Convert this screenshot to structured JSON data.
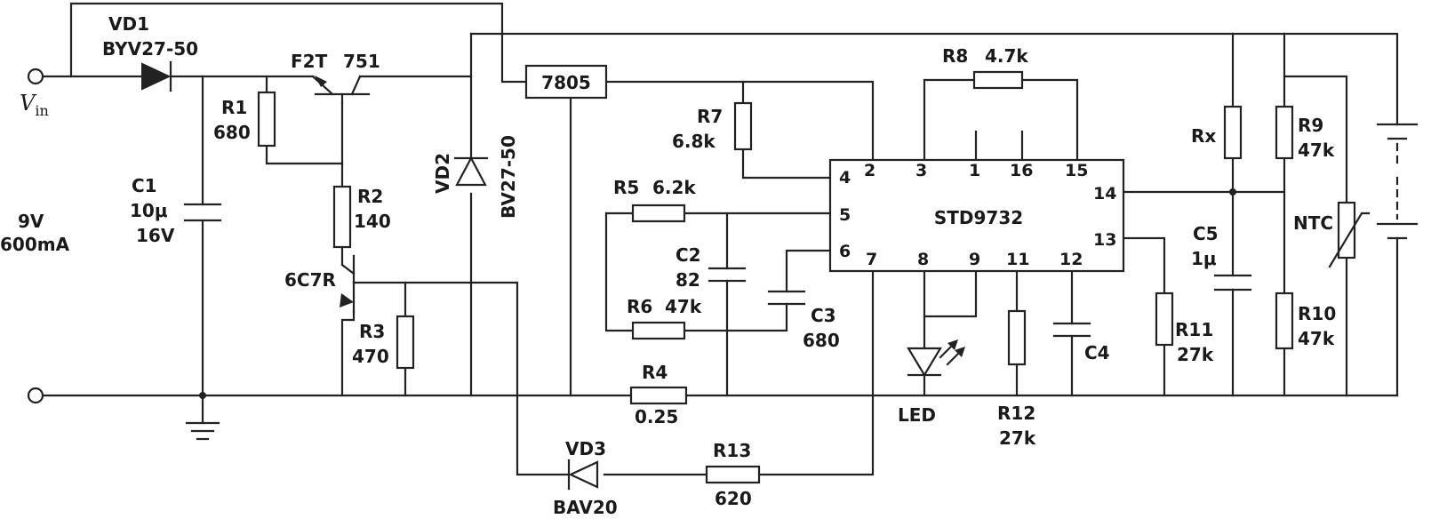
{
  "input": {
    "v": "V",
    "v_sub": "in",
    "rating_v": "9V",
    "rating_i": "600mA"
  },
  "ic": {
    "name": "STD9732",
    "pins": {
      "p1": "1",
      "p2": "2",
      "p3": "3",
      "p4": "4",
      "p5": "5",
      "p6": "6",
      "p7": "7",
      "p8": "8",
      "p9": "9",
      "p11": "11",
      "p12": "12",
      "p13": "13",
      "p14": "14",
      "p15": "15",
      "p16": "16"
    }
  },
  "regulator": {
    "name": "7805"
  },
  "components": {
    "vd1": {
      "name": "VD1",
      "value": "BYV27-50"
    },
    "vd2": {
      "name": "VD2",
      "value": "BV27-50"
    },
    "vd3": {
      "name": "VD3",
      "value": "BAV20"
    },
    "q1": {
      "name": "F2T",
      "value": "751"
    },
    "q2": {
      "name": "6C7R"
    },
    "r1": {
      "name": "R1",
      "value": "680"
    },
    "r2": {
      "name": "R2",
      "value": "140"
    },
    "r3": {
      "name": "R3",
      "value": "470"
    },
    "r4": {
      "name": "R4",
      "value": "0.25"
    },
    "r5": {
      "name": "R5",
      "value": "6.2k"
    },
    "r6": {
      "name": "R6",
      "value": "47k"
    },
    "r7": {
      "name": "R7",
      "value": "6.8k"
    },
    "r8": {
      "name": "R8",
      "value": "4.7k"
    },
    "r9": {
      "name": "R9",
      "value": "47k"
    },
    "r10": {
      "name": "R10",
      "value": "47k"
    },
    "r11": {
      "name": "R11",
      "value": "27k"
    },
    "r12": {
      "name": "R12",
      "value": "27k"
    },
    "r13": {
      "name": "R13",
      "value": "620"
    },
    "rx": {
      "name": "Rx"
    },
    "c1": {
      "name": "C1",
      "value": "10μ",
      "voltage": "16V"
    },
    "c2": {
      "name": "C2",
      "value": "82"
    },
    "c3": {
      "name": "C3",
      "value": "680"
    },
    "c4": {
      "name": "C4"
    },
    "c5": {
      "name": "C5",
      "value": "1μ"
    },
    "led": {
      "name": "LED"
    },
    "ntc": {
      "name": "NTC"
    }
  }
}
